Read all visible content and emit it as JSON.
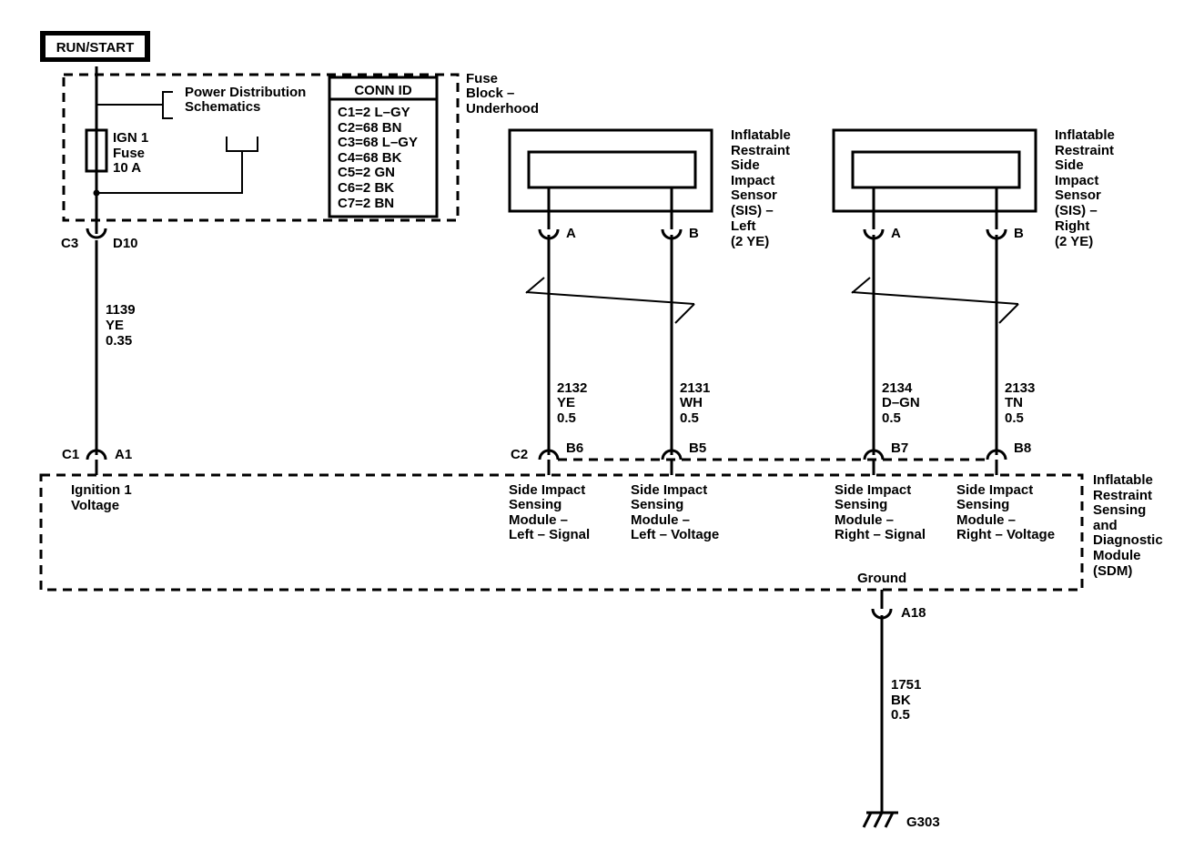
{
  "power_source": {
    "label": "RUN/START"
  },
  "fuse_block": {
    "name": [
      "Fuse",
      "Block –",
      "Underhood"
    ],
    "pds_ref": [
      "Power Distribution",
      "Schematics"
    ],
    "fuse": {
      "name": "IGN 1",
      "type": "Fuse",
      "rating": "10 A"
    }
  },
  "conn_id": {
    "title": "CONN ID",
    "rows": [
      "C1=2 L–GY",
      "C2=68 BN",
      "C3=68 L–GY",
      "C4=68 BK",
      "C5=2 GN",
      "C6=2 BK",
      "C7=2 BN"
    ]
  },
  "fuse_output": {
    "connector": "C3",
    "pin": "D10"
  },
  "ign_wire": {
    "circuit": "1139",
    "color": "YE",
    "gauge": "0.35"
  },
  "sdm_input": {
    "connector": "C1",
    "pin": "A1",
    "desc": [
      "Ignition 1",
      "Voltage"
    ]
  },
  "sensor_left": {
    "name": [
      "Inflatable",
      "Restraint",
      "Side",
      "Impact",
      "Sensor",
      "(SIS) –",
      "Left",
      "(2 YE)"
    ],
    "pins": [
      "A",
      "B"
    ]
  },
  "sensor_right": {
    "name": [
      "Inflatable",
      "Restraint",
      "Side",
      "Impact",
      "Sensor",
      "(SIS) –",
      "Right",
      "(2 YE)"
    ],
    "pins": [
      "A",
      "B"
    ]
  },
  "wires": [
    {
      "circuit": "2132",
      "color": "YE",
      "gauge": "0.5"
    },
    {
      "circuit": "2131",
      "color": "WH",
      "gauge": "0.5"
    },
    {
      "circuit": "2134",
      "color": "D–GN",
      "gauge": "0.5"
    },
    {
      "circuit": "2133",
      "color": "TN",
      "gauge": "0.5"
    }
  ],
  "sdm_connector": "C2",
  "sdm_pins": [
    "B6",
    "B5",
    "B7",
    "B8"
  ],
  "sdm_pin_desc": [
    [
      "Side Impact",
      "Sensing",
      "Module –",
      "Left – Signal"
    ],
    [
      "Side Impact",
      "Sensing",
      "Module –",
      "Left – Voltage"
    ],
    [
      "Side Impact",
      "Sensing",
      "Module –",
      "Right – Signal"
    ],
    [
      "Side Impact",
      "Sensing",
      "Module –",
      "Right – Voltage"
    ]
  ],
  "sdm": {
    "name": [
      "Inflatable",
      "Restraint",
      "Sensing",
      "and",
      "Diagnostic",
      "Module",
      "(SDM)"
    ],
    "ground_label": "Ground",
    "ground_pin": "A18"
  },
  "ground_wire": {
    "circuit": "1751",
    "color": "BK",
    "gauge": "0.5"
  },
  "ground_point": "G303"
}
